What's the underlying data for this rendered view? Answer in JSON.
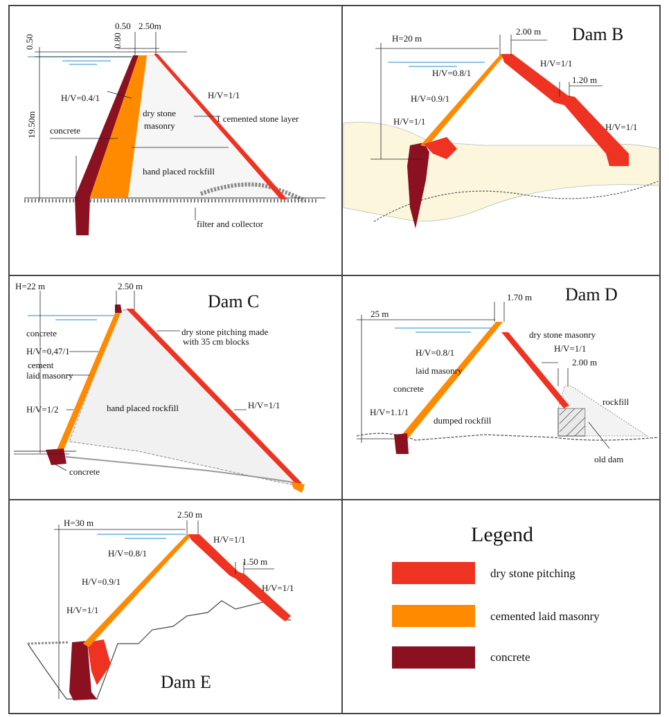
{
  "colors": {
    "dry_stone_pitching": "#ee3322",
    "cemented_laid_masonry": "#ff8a00",
    "concrete": "#8b1020",
    "water": "#4aa3d8",
    "grid": "#444444",
    "sand": "#fbf6dc"
  },
  "dam_a": {
    "dim_050_top": "0.50",
    "dim_250": "2.50m",
    "dim_080": "0.80",
    "dim_050_left": "0.50",
    "dim_1950": "19.50m",
    "hv_up": "H/V=0.4/1",
    "hv_down": "H/V=1/1",
    "concrete": "concrete",
    "dry_stone": "dry stone",
    "masonry": "masonry",
    "cemented_layer": "1 cemented stone layer",
    "rockfill": "hand placed rockfill",
    "filter": "filter and collector"
  },
  "dam_b": {
    "title": "Dam B",
    "height": "H=20 m",
    "crest": "2.00 m",
    "hv_08": "H/V=0.8/1",
    "hv_09": "H/V=0.9/1",
    "hv_11_up": "H/V=1/1",
    "hv_11_down_top": "H/V=1/1",
    "berm": "1.20 m",
    "hv_11_down_bottom": "H/V=1/1"
  },
  "dam_c": {
    "title": "Dam C",
    "height": "H=22 m",
    "crest": "2.50 m",
    "concrete_top": "concrete",
    "hv_047": "H/V=0,47/1",
    "cement": "cement",
    "laid_masonry": "laid masonry",
    "hv_12": "H/V=1/2",
    "rockfill": "hand placed rockfill",
    "hv_11": "H/V=1/1",
    "pitching_1": "dry stone pitching made",
    "pitching_2": "with 35 cm blocks",
    "concrete_bottom": "concrete"
  },
  "dam_d": {
    "title": "Dam D",
    "height": "25 m",
    "crest": "1.70 m",
    "hv_08": "H/V=0.8/1",
    "dry_masonry": "dry stone masonry",
    "hv_11": "H/V=1/1",
    "berm": "2.00 m",
    "laid_masonry": "laid masonry",
    "concrete": "concrete",
    "hv_111": "H/V=1.1/1",
    "dumped": "dumped rockfill",
    "rockfill": "rockfill",
    "old_dam": "old dam"
  },
  "dam_e": {
    "title": "Dam E",
    "height": "H=30 m",
    "crest": "2.50 m",
    "hv_08": "H/V=0.8/1",
    "hv_09": "H/V=0.9/1",
    "hv_11_up": "H/V=1/1",
    "hv_11_down_top": "H/V=1/1",
    "berm": "1.50 m",
    "hv_11_down_bottom": "H/V=1/1"
  },
  "legend": {
    "title": "Legend",
    "items": [
      {
        "label": "dry stone pitching",
        "color": "#ee3322"
      },
      {
        "label": "cemented laid masonry",
        "color": "#ff8a00"
      },
      {
        "label": "concrete",
        "color": "#8b1020"
      }
    ]
  }
}
